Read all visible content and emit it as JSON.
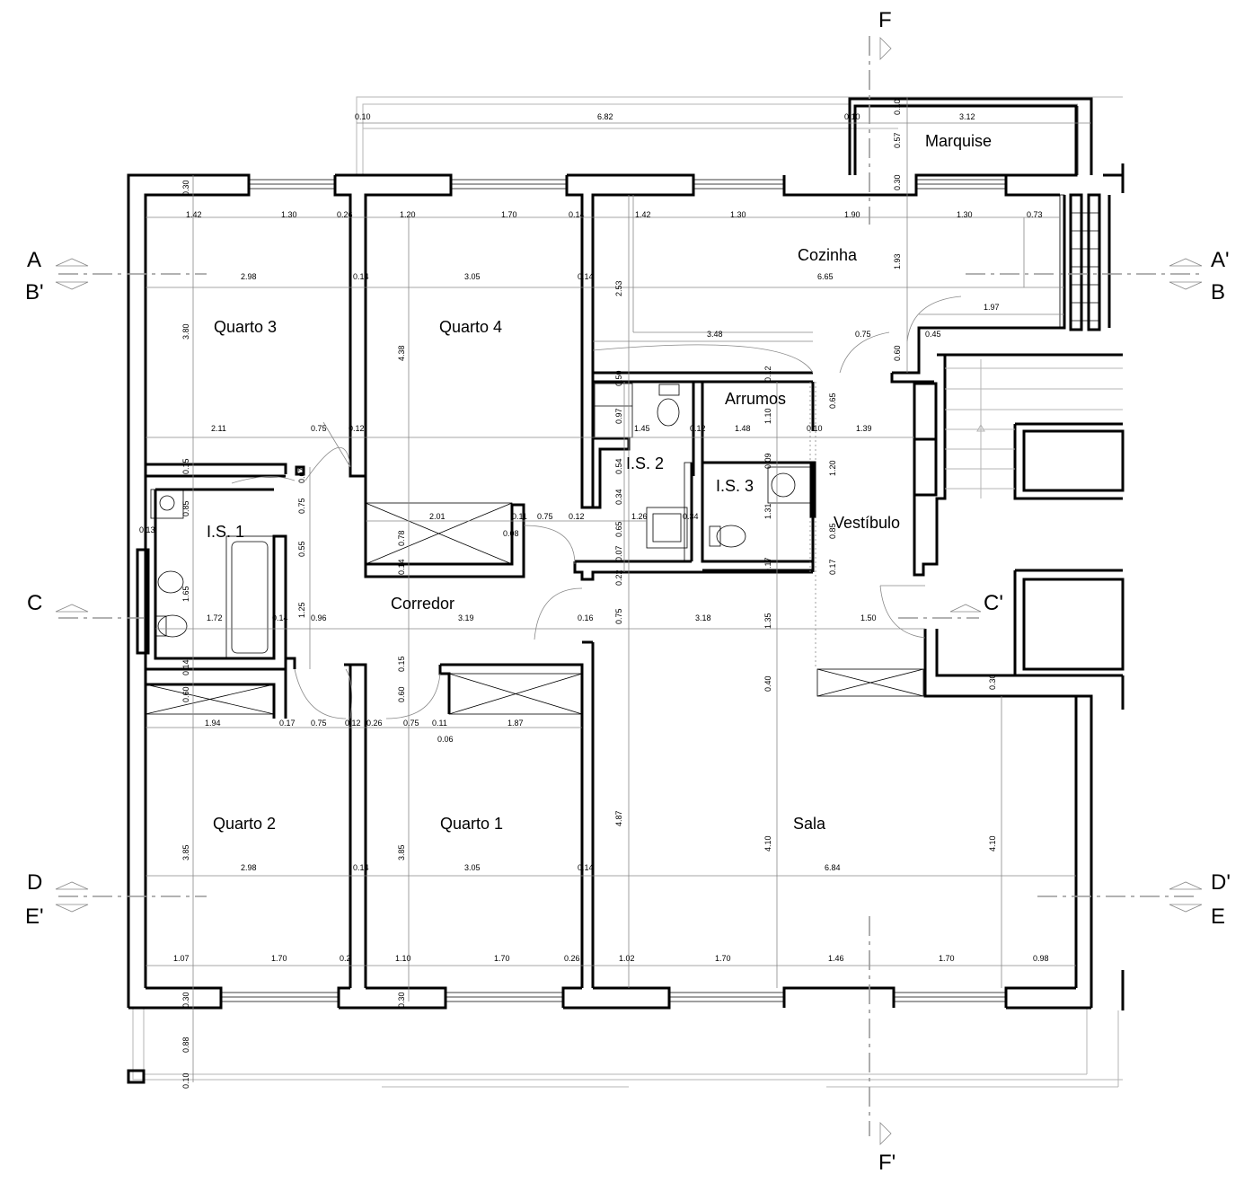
{
  "rooms": {
    "marquise": "Marquise",
    "cozinha": "Cozinha",
    "quarto3": "Quarto 3",
    "quarto4": "Quarto 4",
    "arrumos": "Arrumos",
    "is2": "I.S. 2",
    "is3": "I.S. 3",
    "is1": "I.S. 1",
    "vestibulo": "Vestíbulo",
    "corredor": "Corredor",
    "quarto2": "Quarto 2",
    "quarto1": "Quarto 1",
    "sala": "Sala"
  },
  "sections": {
    "A": "A",
    "A_prime": "A'",
    "B_prime": "B'",
    "B": "B",
    "C": "C",
    "C_prime": "C'",
    "D": "D",
    "D_prime": "D'",
    "E_prime": "E'",
    "E": "E",
    "F": "F",
    "F_prime": "F'"
  },
  "dims": {
    "top_0_10a": "0.10",
    "top_6_82": "6.82",
    "top_0_10b": "0.10",
    "top_0_10c": "0.10",
    "top_3_12": "3.12",
    "top_0_57": "0.57",
    "top_0_30a": "0.30",
    "top_0_30b": "0.30",
    "r1_1_42": "1.42",
    "r1_1_30": "1.30",
    "r1_0_26": "0.26",
    "r1_1_20": "1.20",
    "r1_1_70": "1.70",
    "r1_0_14": "0.14",
    "r1_1_42b": "1.42",
    "r1_1_30b": "1.30",
    "r1_1_90": "1.90",
    "r1_1_30c": "1.30",
    "r1_0_73": "0.73",
    "r2_2_98": "2.98",
    "r2_0_14a": "0.14",
    "r2_3_05": "3.05",
    "r2_0_14b": "0.14",
    "r2_6_65": "6.65",
    "v_1_93": "1.93",
    "v_2_53": "2.53",
    "v_3_80": "3.80",
    "v_4_38": "4.38",
    "h_1_97": "1.97",
    "h_3_48": "3.48",
    "h_0_75a": "0.75",
    "h_0_45": "0.45",
    "v_0_60a": "0.60",
    "a_2_11": "2.11",
    "a_0_75": "0.75",
    "a_0_12": "0.12",
    "a_1_45": "1.45",
    "a_0_12b": "0.12",
    "a_1_48": "1.48",
    "a_0_10": "0.10",
    "a_1_39": "1.39",
    "v_0_50": "0.50",
    "v_0_12": "0.12",
    "v_0_97": "0.97",
    "v_1_10": "1.10",
    "v_0_65": "0.65",
    "v_0_07": "0.07",
    "v_0_15": "0.15",
    "v_0_85": "0.85",
    "v_0_13": "0.13",
    "v_0_75b": "0.75",
    "v_0_55": "0.55",
    "v_0_54": "0.54",
    "v_0_34": "0.34",
    "v_0_09": "0.09",
    "v_1_20": "1.20",
    "v_1_31": "1.31",
    "b_2_01": "2.01",
    "b_0_11": "0.11",
    "b_0_75": "0.75",
    "b_0_12": "0.12",
    "b_1_26": "1.26",
    "b_0_34": "0.34",
    "b_0_08": "0.08",
    "v_0_78": "0.78",
    "v_0_14": "0.14",
    "v_0_65b": "0.65",
    "v_0_07b": "0.07",
    "v_0_22": "0.22",
    "v_0_85b": "0.85",
    "v_0_17a": "0.17",
    "v_0_17b": "0.17",
    "v_0_65c": "0.65",
    "c_1_72": "1.72",
    "c_0_14": "0.14",
    "c_0_96": "0.96",
    "c_3_19": "3.19",
    "c_0_16": "0.16",
    "c_3_18": "3.18",
    "c_1_50": "1.50",
    "v_1_25": "1.25",
    "v_1_65": "1.65",
    "v_0_75c": "0.75",
    "v_1_35": "1.35",
    "v_0_40": "0.40",
    "v_0_15b": "0.15",
    "v_0_60b": "0.60",
    "v_0_60c": "0.60",
    "v_0_30c": "0.30",
    "v_0_14b": "0.14",
    "d_1_94": "1.94",
    "d_0_17": "0.17",
    "d_0_75": "0.75",
    "d_0_12": "0.12",
    "d_0_26": "0.26",
    "d_0_75b": "0.75",
    "d_0_11": "0.11",
    "d_1_87": "1.87",
    "d_0_06": "0.06",
    "v_3_85a": "3.85",
    "v_3_85b": "3.85",
    "v_4_87": "4.87",
    "v_4_10a": "4.10",
    "v_4_10b": "4.10",
    "e_2_98": "2.98",
    "e_0_14a": "0.14",
    "e_3_05": "3.05",
    "e_0_14b": "0.14",
    "e_6_84": "6.84",
    "f_1_07": "1.07",
    "f_1_70a": "1.70",
    "f_0_2": "0.2",
    "f_1_10": "1.10",
    "f_1_70b": "1.70",
    "f_0_26": "0.26",
    "f_1_02": "1.02",
    "f_1_70c": "1.70",
    "f_1_46": "1.46",
    "f_1_70d": "1.70",
    "f_0_98": "0.98",
    "v_0_30d": "0.30",
    "v_0_30e": "0.30",
    "v_0_88": "0.88",
    "v_0_10": "0.10"
  }
}
